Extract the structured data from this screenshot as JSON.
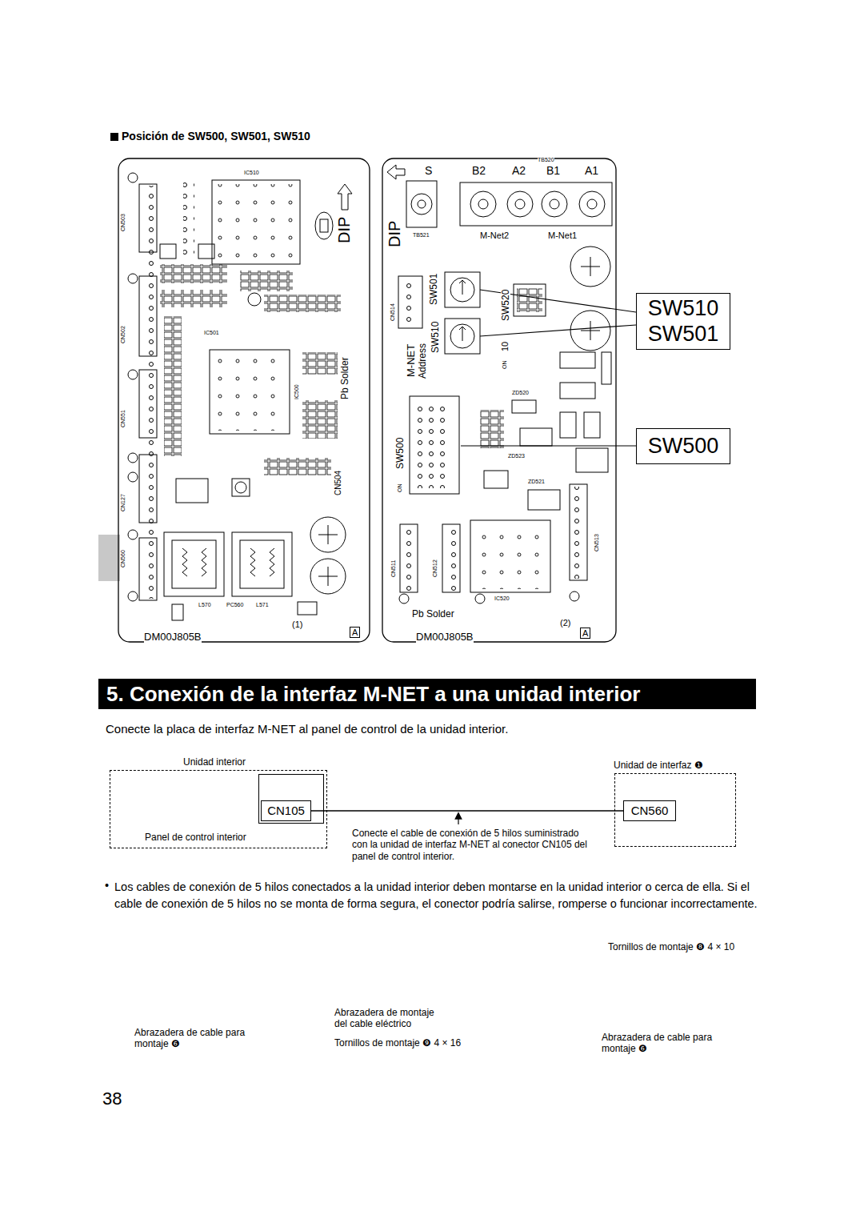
{
  "diagram": {
    "title": "5. Conexión de la interfaz M-NET a una unidad interior",
    "nodes": [
      {
        "text": [
          "SW510",
          "SW501"
        ]
      },
      {
        "text": [
          "SW500"
        ]
      },
      {
        "text": [
          "Unidad interior"
        ]
      },
      {
        "text": [
          "Panel de control interior"
        ],
        "in": 2
      },
      {
        "text": [
          "CN105"
        ],
        "in": 3
      },
      {
        "text": [
          "Unidad de interfaz ❶"
        ]
      },
      {
        "text": [
          "CN560"
        ],
        "in": 5
      }
    ],
    "edges": [
      {
        "from": 4,
        "to": 6,
        "arrow": "none"
      }
    ],
    "labels": [
      "Posición de SW500, SW501, SW510",
      "DIP",
      "DM00J805B",
      "(1)",
      "A",
      "Pb Solder",
      "CN560",
      "CN127",
      "CN551",
      "CN502",
      "CN503",
      "CN504",
      "IC510",
      "IC500",
      "IC501",
      "L570",
      "PC560",
      "L571",
      "DIP",
      "S",
      "B2",
      "A2",
      "B1",
      "A1",
      "TB520",
      "TB521",
      "M-Net2",
      "M-Net1",
      "SW501",
      "SW520",
      "M-NET",
      "Address",
      "SW510",
      "10",
      "ON",
      "SW500",
      "ON",
      "Pb Solder",
      "DM00J805B",
      "(2)",
      "A",
      "CN514",
      "CN511",
      "CN512",
      "CN513",
      "IC520",
      "ZD520",
      "ZD523",
      "ZD521",
      "Conecte la placa de interfaz M-NET al panel de control de la unidad interior.",
      "Conecte el cable de conexión de 5 hilos suministrado con la unidad de interfaz M-NET al conector CN105 del panel de control interior.",
      "•",
      "Los cables de conexión de 5 hilos conectados a la unidad interior deben montarse en la unidad interior o cerca de ella. Si el cable de conexión de 5 hilos no se monta de forma segura, el conector podría salirse, romperse o funcionar incorrectamente.",
      "Tornillos de montaje ❽ 4 × 10",
      "Abrazadera de montaje del cable eléctrico",
      "Abrazadera de cable para montaje ❻",
      "Tornillos de montaje ❾ 4 × 16",
      "Abrazadera de cable para montaje ❻",
      "38"
    ]
  }
}
